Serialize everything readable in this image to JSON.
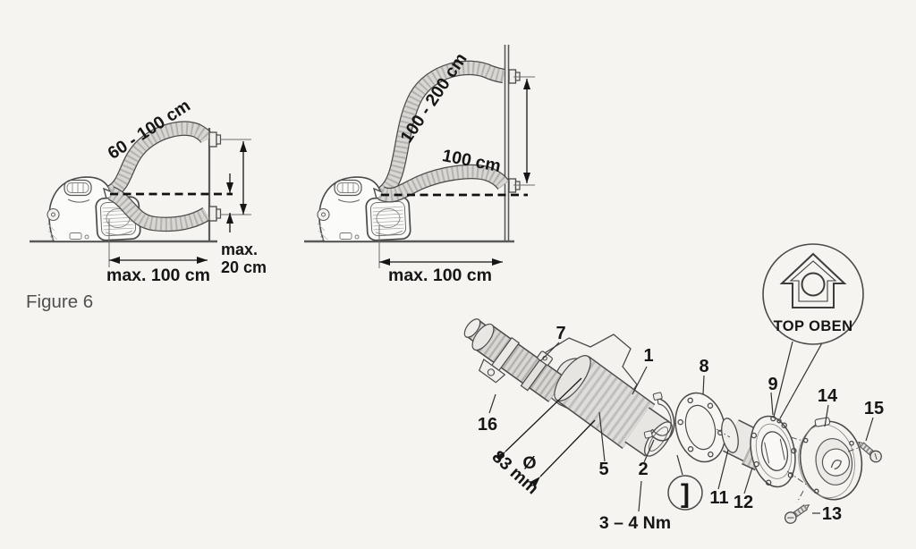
{
  "figure_caption": "Figure 6",
  "left_diagram": {
    "duct_length_label": "60 - 100 cm",
    "max_offset_label_1": "max.",
    "max_offset_label_2": "20 cm",
    "max_width_label": "max. 100 cm"
  },
  "middle_diagram": {
    "upper_duct_label": "100 - 200 cm",
    "lower_duct_label": "100 cm",
    "max_width_label": "max. 100 cm"
  },
  "exploded_view": {
    "orientation_label": "TOP OBEN",
    "diameter_symbol": "Ø",
    "diameter_label": "83 mm",
    "torque_label": "3 – 4 Nm",
    "seal_symbol": "]",
    "parts": {
      "p1": "1",
      "p2": "2",
      "p5": "5",
      "p7": "7",
      "p8": "8",
      "p9": "9",
      "p11": "11",
      "p12": "12",
      "p13": "13",
      "p14": "14",
      "p15": "15",
      "p16": "16"
    }
  },
  "colors": {
    "background": "#f5f4f1",
    "line": "#4a4a4a",
    "duct_fill": "#d8d7d4",
    "text": "#161616",
    "caption": "#4f4f4f"
  }
}
